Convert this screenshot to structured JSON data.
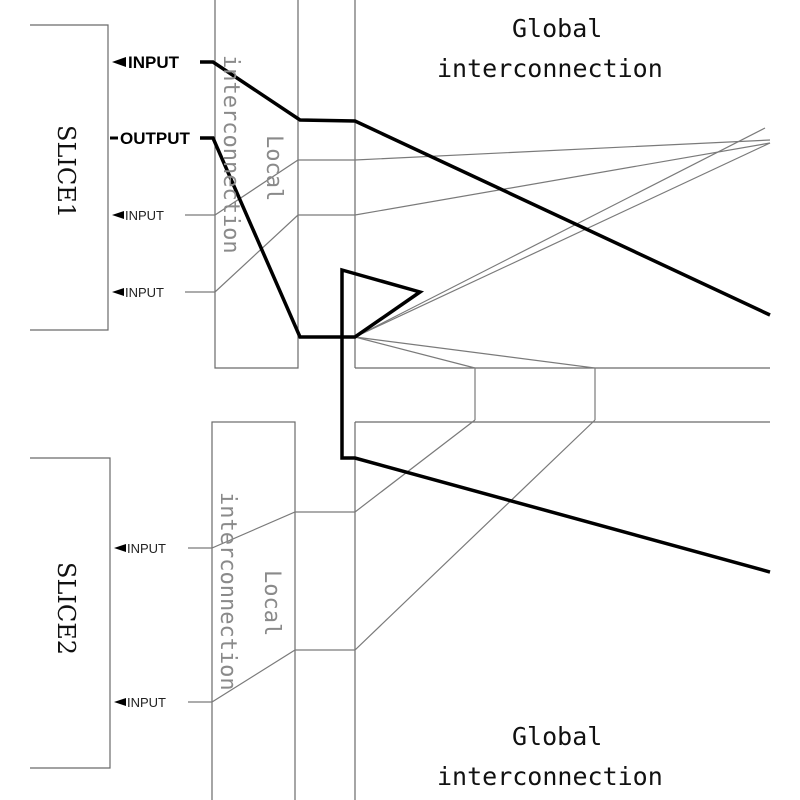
{
  "labels": {
    "global_top": [
      "Global",
      "interconnection"
    ],
    "global_bottom": [
      "Global",
      "interconnection"
    ],
    "local_top": [
      "Local",
      "interconnection"
    ],
    "local_bottom": [
      "Local",
      "interconnection"
    ],
    "slice1": "SLICE1",
    "slice2": "SLICE2",
    "slice1_input": "INPUT",
    "slice1_output": "OUTPUT",
    "slice1_input_2": "INPUT",
    "slice1_input_3": "INPUT",
    "slice2_input_1": "INPUT",
    "slice2_input_2": "INPUT"
  },
  "colors": {
    "routed_path": "#000000",
    "wire": "#7a7a7a",
    "local_text": "#8a8a8a"
  }
}
